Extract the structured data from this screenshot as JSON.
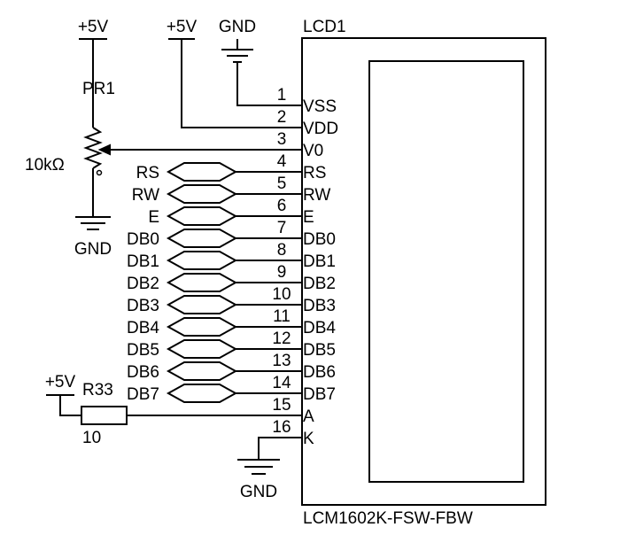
{
  "lcd": {
    "ref": "LCD1",
    "part": "LCM1602K-FSW-FBW",
    "pins": [
      {
        "num": "1",
        "name": "VSS"
      },
      {
        "num": "2",
        "name": "VDD"
      },
      {
        "num": "3",
        "name": "V0"
      },
      {
        "num": "4",
        "name": "RS"
      },
      {
        "num": "5",
        "name": "RW"
      },
      {
        "num": "6",
        "name": "E"
      },
      {
        "num": "7",
        "name": "DB0"
      },
      {
        "num": "8",
        "name": "DB1"
      },
      {
        "num": "9",
        "name": "DB2"
      },
      {
        "num": "10",
        "name": "DB3"
      },
      {
        "num": "11",
        "name": "DB4"
      },
      {
        "num": "12",
        "name": "DB5"
      },
      {
        "num": "13",
        "name": "DB6"
      },
      {
        "num": "14",
        "name": "DB7"
      },
      {
        "num": "15",
        "name": "A"
      },
      {
        "num": "16",
        "name": "K"
      }
    ]
  },
  "bus_labels": [
    "RS",
    "RW",
    "E",
    "DB0",
    "DB1",
    "DB2",
    "DB3",
    "DB4",
    "DB5",
    "DB6",
    "DB7"
  ],
  "potentiometer": {
    "ref": "PR1",
    "value": "10kΩ",
    "supply": "+5V",
    "ground": "GND"
  },
  "power": {
    "vdd_supply": "+5V",
    "vss_ground": "GND",
    "k_ground": "GND"
  },
  "resistor": {
    "ref": "R33",
    "value": "10",
    "supply": "+5V"
  }
}
